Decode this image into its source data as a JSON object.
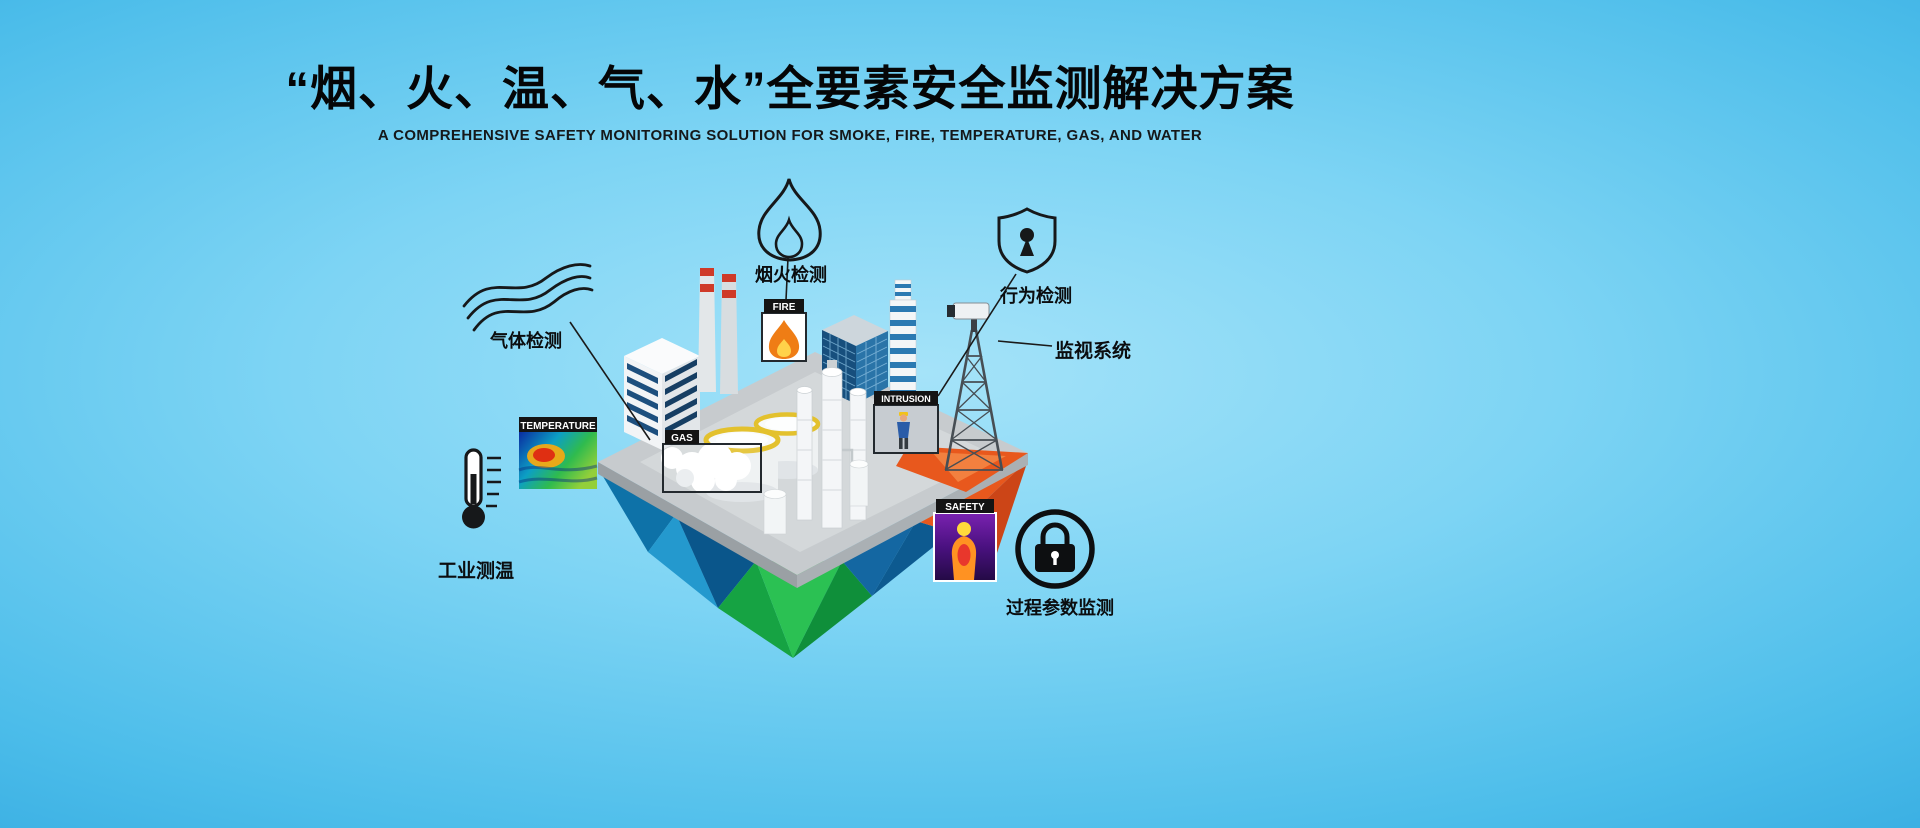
{
  "page": {
    "title": "“烟、火、温、气、水”全要素安全监测解决方案",
    "subtitle": "A COMPREHENSIVE SAFETY MONITORING SOLUTION FOR SMOKE, FIRE, TEMPERATURE, GAS, AND WATER"
  },
  "callouts": {
    "gas_detection": "气体检测",
    "smoke_fire_detection": "烟火检测",
    "behavior_detection": "行为检测",
    "surveillance_system": "监视系统",
    "industrial_temperature": "工业测温",
    "process_parameters": "过程参数监测"
  },
  "scene_tags": {
    "temperature": "TEMPERATURE",
    "fire": "FIRE",
    "gas": "GAS",
    "intrusion": "INTRUSION",
    "safety": "SAFETY"
  },
  "colors": {
    "background_top": "#45b8e8",
    "background_light": "#a5e3f9",
    "background_bottom": "#2aa2dc",
    "island_blue": "#1f96cc",
    "island_green": "#2bc153",
    "island_orange": "#e8581d",
    "platform_gray": "#c7cbce",
    "label_bar": "#141414"
  }
}
